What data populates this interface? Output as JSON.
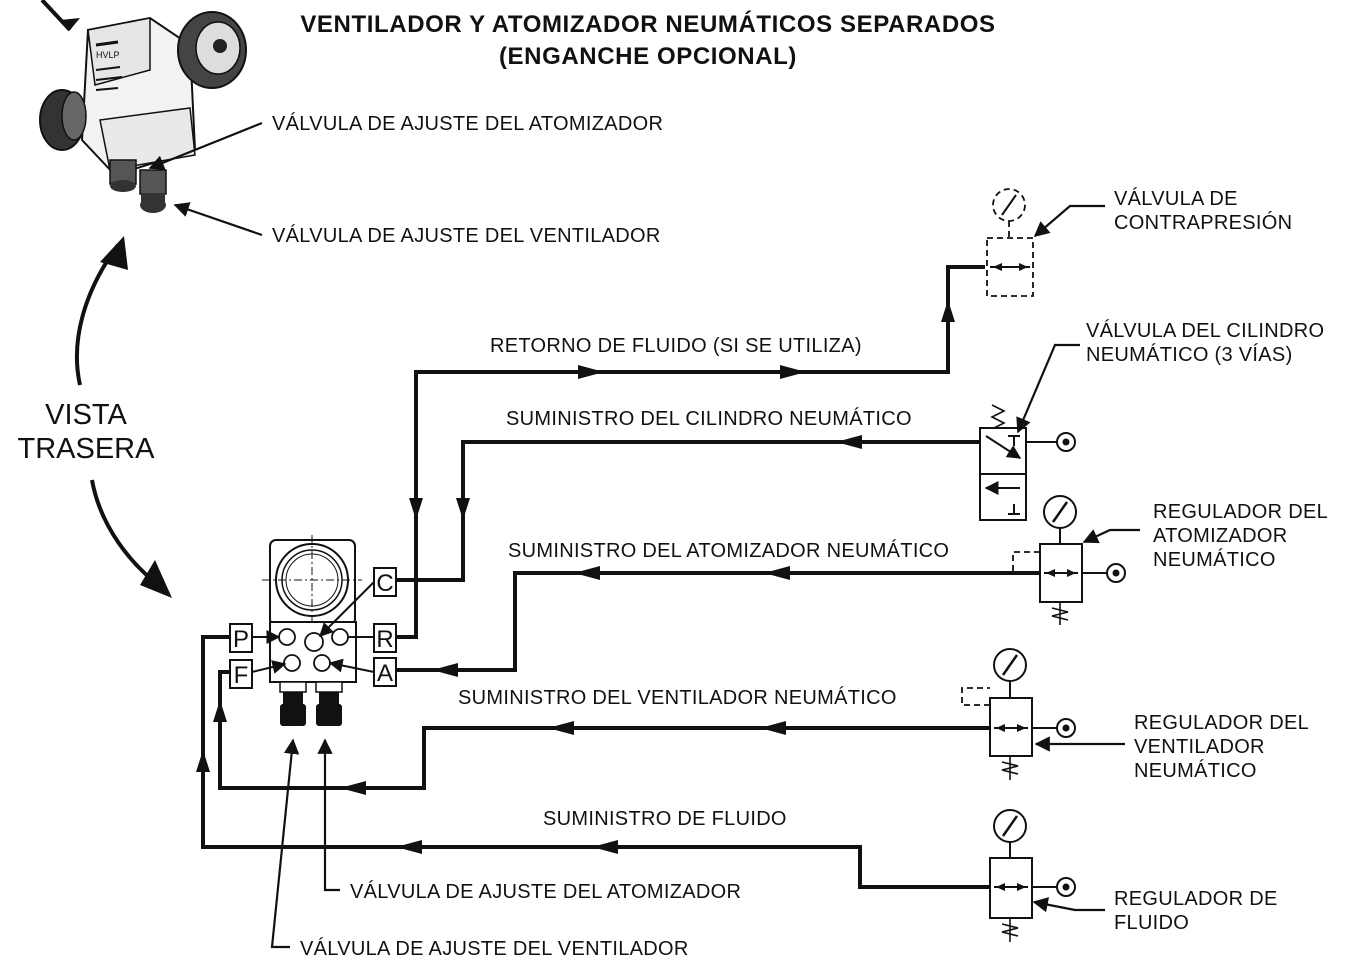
{
  "title": {
    "line1": "VENTILADOR Y ATOMIZADOR NEUMÁTICOS SEPARADOS",
    "line2": "(ENGANCHE OPCIONAL)"
  },
  "view": {
    "line1": "VISTA",
    "line2": "TRASERA"
  },
  "gun_label": {
    "line1": "HVLP"
  },
  "labels": {
    "atomizer_adjust_top": "VÁLVULA DE AJUSTE DEL ATOMIZADOR",
    "fan_adjust_top": "VÁLVULA DE AJUSTE DEL VENTILADOR",
    "atomizer_adjust_bottom": "VÁLVULA DE AJUSTE DEL ATOMIZADOR",
    "fan_adjust_bottom": "VÁLVULA DE AJUSTE DEL VENTILADOR",
    "back_pressure_l1": "VÁLVULA DE",
    "back_pressure_l2": "CONTRAPRESIÓN",
    "cyl_valve_l1": "VÁLVULA DEL CILINDRO",
    "cyl_valve_l2": "NEUMÁTICO (3 VÍAS)",
    "atom_reg_l1": "REGULADOR DEL",
    "atom_reg_l2": "ATOMIZADOR",
    "atom_reg_l3": "NEUMÁTICO",
    "fan_reg_l1": "REGULADOR DEL",
    "fan_reg_l2": "VENTILADOR",
    "fan_reg_l3": "NEUMÁTICO",
    "fluid_reg_l1": "REGULADOR DE",
    "fluid_reg_l2": "FLUIDO"
  },
  "lines": {
    "fluid_return": "RETORNO DE FLUIDO (SI SE UTILIZA)",
    "cylinder_supply": "SUMINISTRO DEL CILINDRO NEUMÁTICO",
    "atomizer_supply": "SUMINISTRO DEL ATOMIZADOR NEUMÁTICO",
    "fan_supply": "SUMINISTRO DEL VENTILADOR NEUMÁTICO",
    "fluid_supply": "SUMINISTRO DE FLUIDO"
  },
  "ports": {
    "C": "C",
    "P": "P",
    "R": "R",
    "F": "F",
    "A": "A"
  }
}
